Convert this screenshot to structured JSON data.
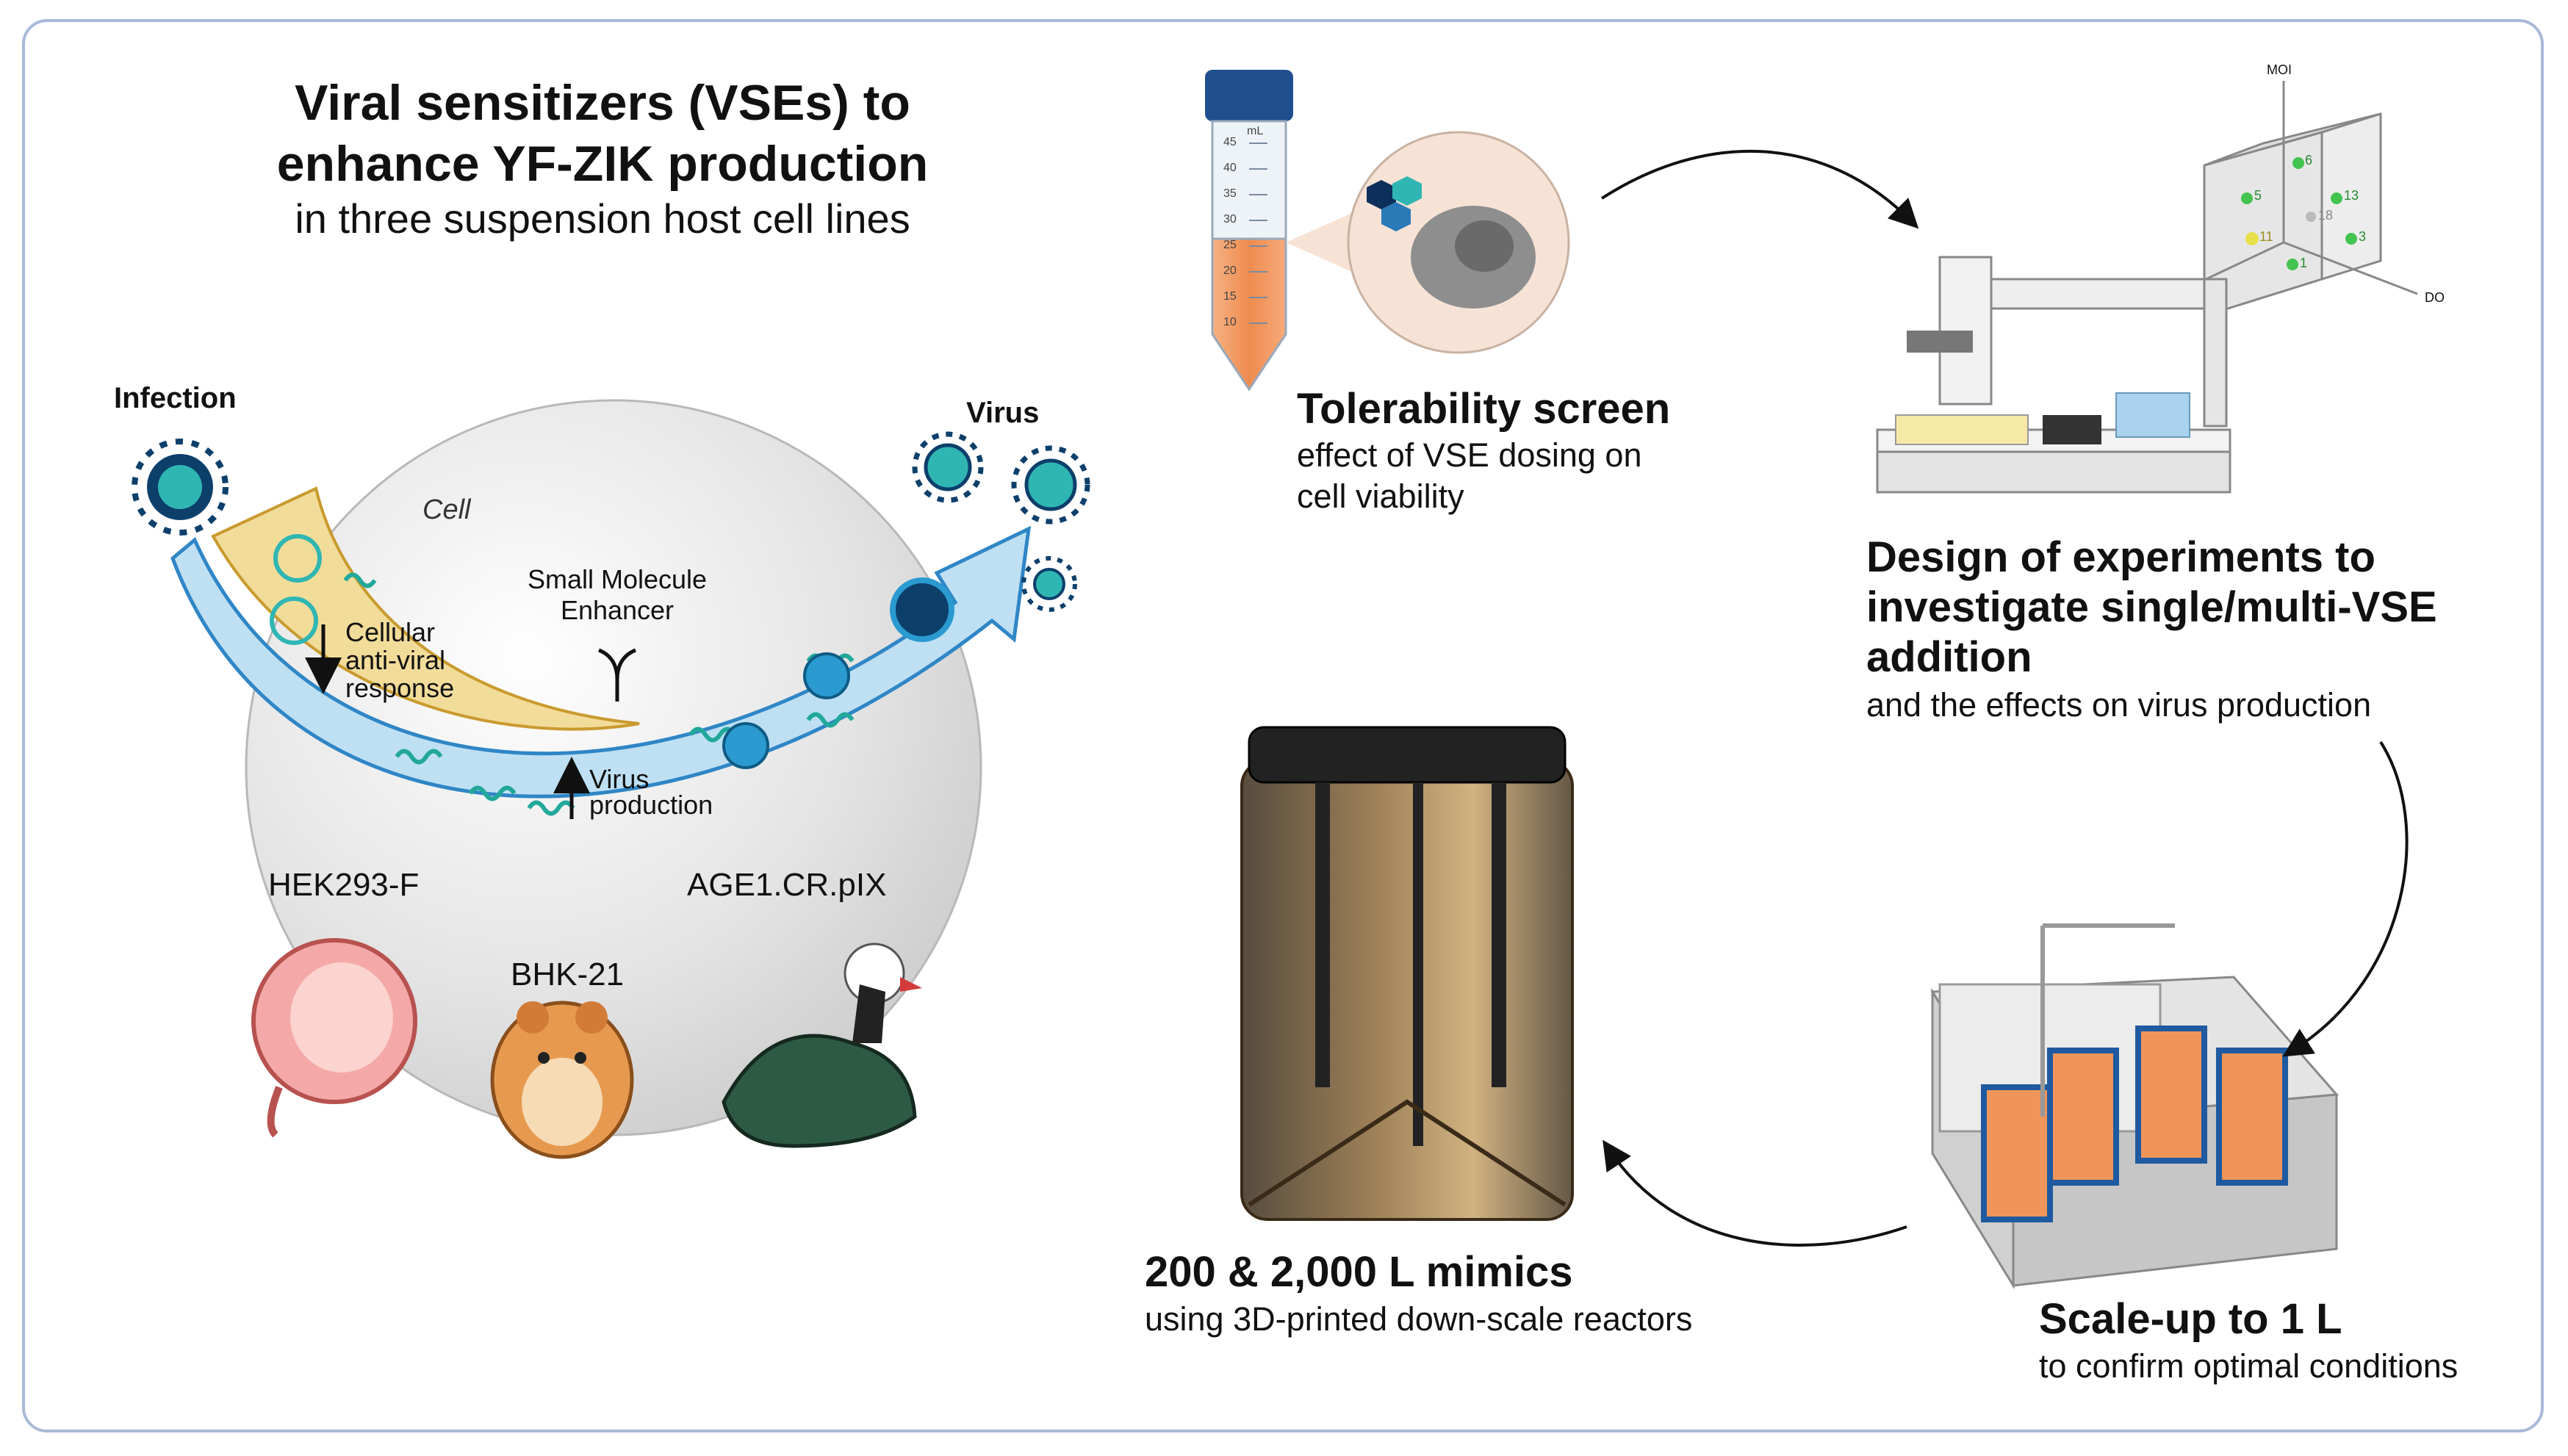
{
  "header": {
    "title_line1": "Viral sensitizers (VSEs) to",
    "title_line2": "enhance YF-ZIK production",
    "subtitle": "in three suspension host cell lines"
  },
  "cell_diagram": {
    "infection_label": "Infection",
    "virus_label": "Virus",
    "cell_label": "Cell",
    "enhancer_line1": "Small Molecule",
    "enhancer_line2": "Enhancer",
    "antiviral_line1": "Cellular",
    "antiviral_line2": "anti-viral",
    "antiviral_line3": "response",
    "production_line1": "Virus",
    "production_line2": "production",
    "cell_lines": [
      "HEK293-F",
      "BHK-21",
      "AGE1.CR.pIX"
    ]
  },
  "tube": {
    "unit_label": "mL",
    "scale_ticks": [
      "45",
      "40",
      "35",
      "30",
      "25",
      "20",
      "15",
      "10"
    ]
  },
  "steps": {
    "tolerability": {
      "title": "Tolerability screen",
      "line1": "effect of VSE dosing on",
      "line2": "cell viability"
    },
    "doe": {
      "title_line1": "Design of experiments to",
      "title_line2": "investigate single/multi-VSE",
      "title_line3": "addition",
      "desc": "and the effects on virus production"
    },
    "scaleup": {
      "title": "Scale-up to 1 L",
      "desc": "to confirm optimal conditions"
    },
    "mimics": {
      "title": "200 & 2,000 L mimics",
      "desc": "using 3D-printed down-scale reactors"
    }
  },
  "doe_plot": {
    "axis_moi": "MOI",
    "axis_do": "DO",
    "points": [
      "6",
      "5",
      "13",
      "18",
      "11",
      "3",
      "1"
    ]
  },
  "colors": {
    "frame": "#a9b9d8",
    "arrow_fill": "#bfe0f3",
    "antiviral_fill": "#f2dc9a",
    "virus_teal": "#2fb6b3",
    "tube_cap": "#1f4f8f",
    "tube_liquid": "#f0955a"
  }
}
